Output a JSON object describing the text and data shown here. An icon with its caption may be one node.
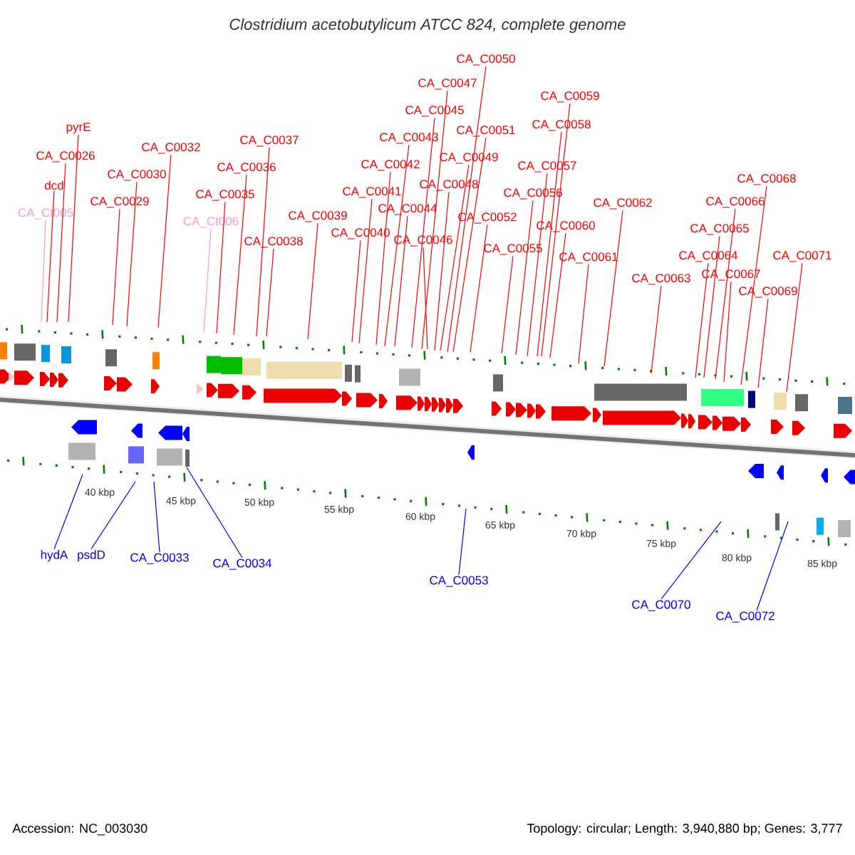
{
  "diagram": {
    "title": "Clostridium acetobutylicum ATCC 824, complete genome",
    "nodes": [
      {
        "text": [
          "CA_Ct005"
        ]
      },
      {
        "text": [
          "dcd"
        ]
      },
      {
        "text": [
          "CA_C0026"
        ]
      },
      {
        "text": [
          "pyrE"
        ]
      },
      {
        "text": [
          "CA_C0029"
        ]
      },
      {
        "text": [
          "CA_C0030"
        ]
      },
      {
        "text": [
          "CA_C0032"
        ]
      },
      {
        "text": [
          "CA_Ct006"
        ]
      },
      {
        "text": [
          "CA_C0035"
        ]
      },
      {
        "text": [
          "CA_C0036"
        ]
      },
      {
        "text": [
          "CA_C0037"
        ]
      },
      {
        "text": [
          "CA_C0038"
        ]
      },
      {
        "text": [
          "CA_C0039"
        ]
      },
      {
        "text": [
          "CA_C0040"
        ]
      },
      {
        "text": [
          "CA_C0041"
        ]
      },
      {
        "text": [
          "CA_C0042"
        ]
      },
      {
        "text": [
          "CA_C0043"
        ]
      },
      {
        "text": [
          "CA_C0044"
        ]
      },
      {
        "text": [
          "CA_C0045"
        ]
      },
      {
        "text": [
          "CA_C0046"
        ]
      },
      {
        "text": [
          "CA_C0047"
        ]
      },
      {
        "text": [
          "CA_C0048"
        ]
      },
      {
        "text": [
          "CA_C0049"
        ]
      },
      {
        "text": [
          "CA_C0050"
        ]
      },
      {
        "text": [
          "CA_C0051"
        ]
      },
      {
        "text": [
          "CA_C0052"
        ]
      },
      {
        "text": [
          "CA_C0055"
        ]
      },
      {
        "text": [
          "CA_C0056"
        ]
      },
      {
        "text": [
          "CA_C0057"
        ]
      },
      {
        "text": [
          "CA_C0058"
        ]
      },
      {
        "text": [
          "CA_C0059"
        ]
      },
      {
        "text": [
          "CA_C0060"
        ]
      },
      {
        "text": [
          "CA_C0061"
        ]
      },
      {
        "text": [
          "CA_C0062"
        ]
      },
      {
        "text": [
          "CA_C0063"
        ]
      },
      {
        "text": [
          "CA_C0064"
        ]
      },
      {
        "text": [
          "CA_C0065"
        ]
      },
      {
        "text": [
          "CA_C0066"
        ]
      },
      {
        "text": [
          "CA_C0067"
        ]
      },
      {
        "text": [
          "CA_C0068"
        ]
      },
      {
        "text": [
          "CA_C0069"
        ]
      },
      {
        "text": [
          "CA_C0071"
        ]
      },
      {
        "text": [
          "hydA"
        ]
      },
      {
        "text": [
          "psdD"
        ]
      },
      {
        "text": [
          "CA_C0033"
        ]
      },
      {
        "text": [
          "CA_C0034"
        ]
      },
      {
        "text": [
          "CA_C0053"
        ]
      },
      {
        "text": [
          "CA_C0070"
        ]
      },
      {
        "text": [
          "CA_C0072"
        ]
      }
    ],
    "edges": [
      {
        "from": 0,
        "to": null,
        "arrow": "none",
        "color": "#ff99cc"
      },
      {
        "from": 1,
        "to": null,
        "arrow": "none"
      },
      {
        "from": 2,
        "to": null,
        "arrow": "none"
      },
      {
        "from": 3,
        "to": null,
        "arrow": "none"
      },
      {
        "from": 4,
        "to": null,
        "arrow": "none"
      },
      {
        "from": 5,
        "to": null,
        "arrow": "none"
      },
      {
        "from": 6,
        "to": null,
        "arrow": "none"
      },
      {
        "from": 7,
        "to": null,
        "arrow": "none",
        "color": "#ff99cc"
      },
      {
        "from": 8,
        "to": null,
        "arrow": "none"
      },
      {
        "from": 9,
        "to": null,
        "arrow": "none"
      },
      {
        "from": 10,
        "to": null,
        "arrow": "none"
      },
      {
        "from": 11,
        "to": null,
        "arrow": "none"
      },
      {
        "from": 12,
        "to": null,
        "arrow": "none"
      },
      {
        "from": 13,
        "to": null,
        "arrow": "none"
      },
      {
        "from": 14,
        "to": null,
        "arrow": "none"
      },
      {
        "from": 15,
        "to": null,
        "arrow": "none"
      },
      {
        "from": 16,
        "to": null,
        "arrow": "none"
      },
      {
        "from": 17,
        "to": null,
        "arrow": "none"
      },
      {
        "from": 18,
        "to": null,
        "arrow": "none"
      },
      {
        "from": 19,
        "to": null,
        "arrow": "none"
      },
      {
        "from": 20,
        "to": null,
        "arrow": "none"
      },
      {
        "from": 21,
        "to": null,
        "arrow": "none"
      },
      {
        "from": 22,
        "to": null,
        "arrow": "none"
      },
      {
        "from": 23,
        "to": null,
        "arrow": "none"
      },
      {
        "from": 24,
        "to": null,
        "arrow": "none"
      },
      {
        "from": 25,
        "to": null,
        "arrow": "none"
      },
      {
        "from": 26,
        "to": null,
        "arrow": "none"
      },
      {
        "from": 27,
        "to": null,
        "arrow": "none"
      },
      {
        "from": 28,
        "to": null,
        "arrow": "none"
      },
      {
        "from": 29,
        "to": null,
        "arrow": "none"
      },
      {
        "from": 30,
        "to": null,
        "arrow": "none"
      },
      {
        "from": 31,
        "to": null,
        "arrow": "none"
      },
      {
        "from": 32,
        "to": null,
        "arrow": "none"
      },
      {
        "from": 33,
        "to": null,
        "arrow": "none"
      },
      {
        "from": 34,
        "to": null,
        "arrow": "none"
      },
      {
        "from": 35,
        "to": null,
        "arrow": "none"
      },
      {
        "from": 36,
        "to": null,
        "arrow": "none"
      },
      {
        "from": 37,
        "to": null,
        "arrow": "none"
      },
      {
        "from": 38,
        "to": null,
        "arrow": "none"
      },
      {
        "from": 39,
        "to": null,
        "arrow": "none"
      },
      {
        "from": 40,
        "to": null,
        "arrow": "none"
      },
      {
        "from": 41,
        "to": null,
        "arrow": "none"
      },
      {
        "from": 42,
        "to": null,
        "arrow": "none",
        "color": "#0000ff"
      },
      {
        "from": 43,
        "to": null,
        "arrow": "none",
        "color": "#0000ff"
      },
      {
        "from": 44,
        "to": null,
        "arrow": "none",
        "color": "#0000ff"
      },
      {
        "from": 45,
        "to": null,
        "arrow": "none",
        "color": "#0000ff"
      },
      {
        "from": 46,
        "to": null,
        "arrow": "none",
        "color": "#0000ff"
      },
      {
        "from": 47,
        "to": null,
        "arrow": "none",
        "color": "#0000ff"
      },
      {
        "from": 48,
        "to": null,
        "arrow": "none",
        "color": "#0000ff"
      }
    ],
    "labels": [
      "40 kbp",
      "45 kbp",
      "50 kbp",
      "55 kbp",
      "60 kbp",
      "65 kbp",
      "70 kbp",
      "75 kbp",
      "80 kbp",
      "85 kbp",
      "Accession: NC_003030",
      "Topology: circular; Length: 3,940,880 bp; Genes: 3,777"
    ]
  }
}
